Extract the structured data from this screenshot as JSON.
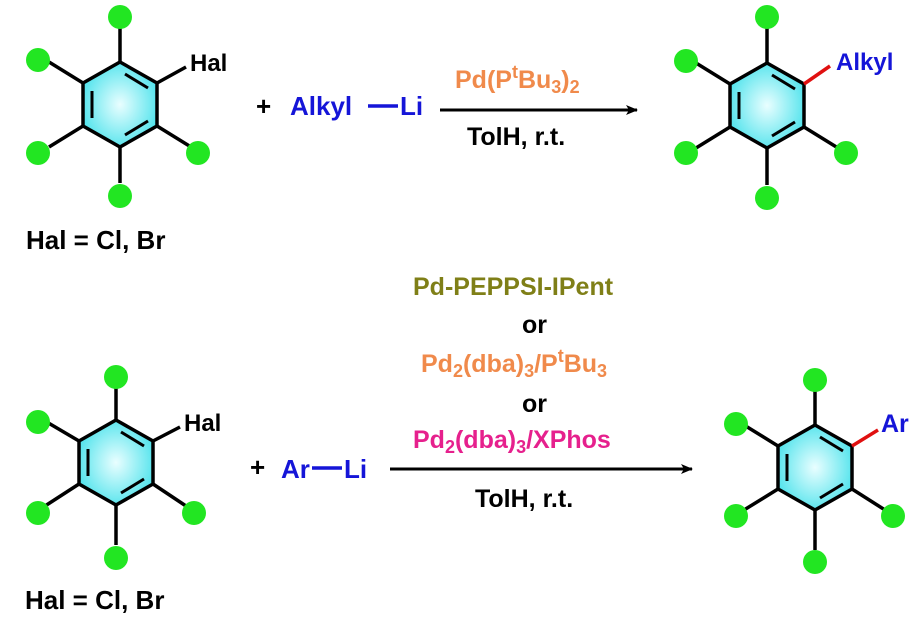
{
  "colors": {
    "halo_green": "#22e622",
    "ring_cyan": "#4fe3ec",
    "alkyl_blue": "#1515d8",
    "catalyst_orange": "#f08a4b",
    "catalyst_olive": "#7f7f17",
    "catalyst_pink": "#e6208d",
    "new_bond_red": "#e01010"
  },
  "reaction1": {
    "substituent_hal": "Hal",
    "plus": "+",
    "reagent_alkyl": "Alkyl",
    "reagent_li": "Li",
    "catalyst_main": "Pd(P",
    "catalyst_sup": "t",
    "catalyst_bu": "Bu",
    "catalyst_sub3": "3",
    "catalyst_close": ")",
    "catalyst_sub2": "2",
    "conditions": "TolH, r.t.",
    "product_group": "Alkyl",
    "hal_note": "Hal = Cl, Br"
  },
  "reaction2": {
    "substituent_hal": "Hal",
    "plus": "+",
    "reagent_ar": "Ar",
    "reagent_li": "Li",
    "cat1": "Pd-PEPPSI-IPent",
    "or1": "or",
    "cat2_pd": "Pd",
    "cat2_sub2": "2",
    "cat2_dba": "(dba)",
    "cat2_sub3": "3",
    "cat2_slash": "/P",
    "cat2_sup": "t",
    "cat2_bu": "Bu",
    "cat2_sub3b": "3",
    "or2": "or",
    "cat3_pd": "Pd",
    "cat3_sub2": "2",
    "cat3_dba": "(dba)",
    "cat3_sub3": "3",
    "cat3_rest": "/XPhos",
    "conditions": "TolH, r.t.",
    "product_group": "Ar",
    "hal_note": "Hal = Cl, Br"
  }
}
